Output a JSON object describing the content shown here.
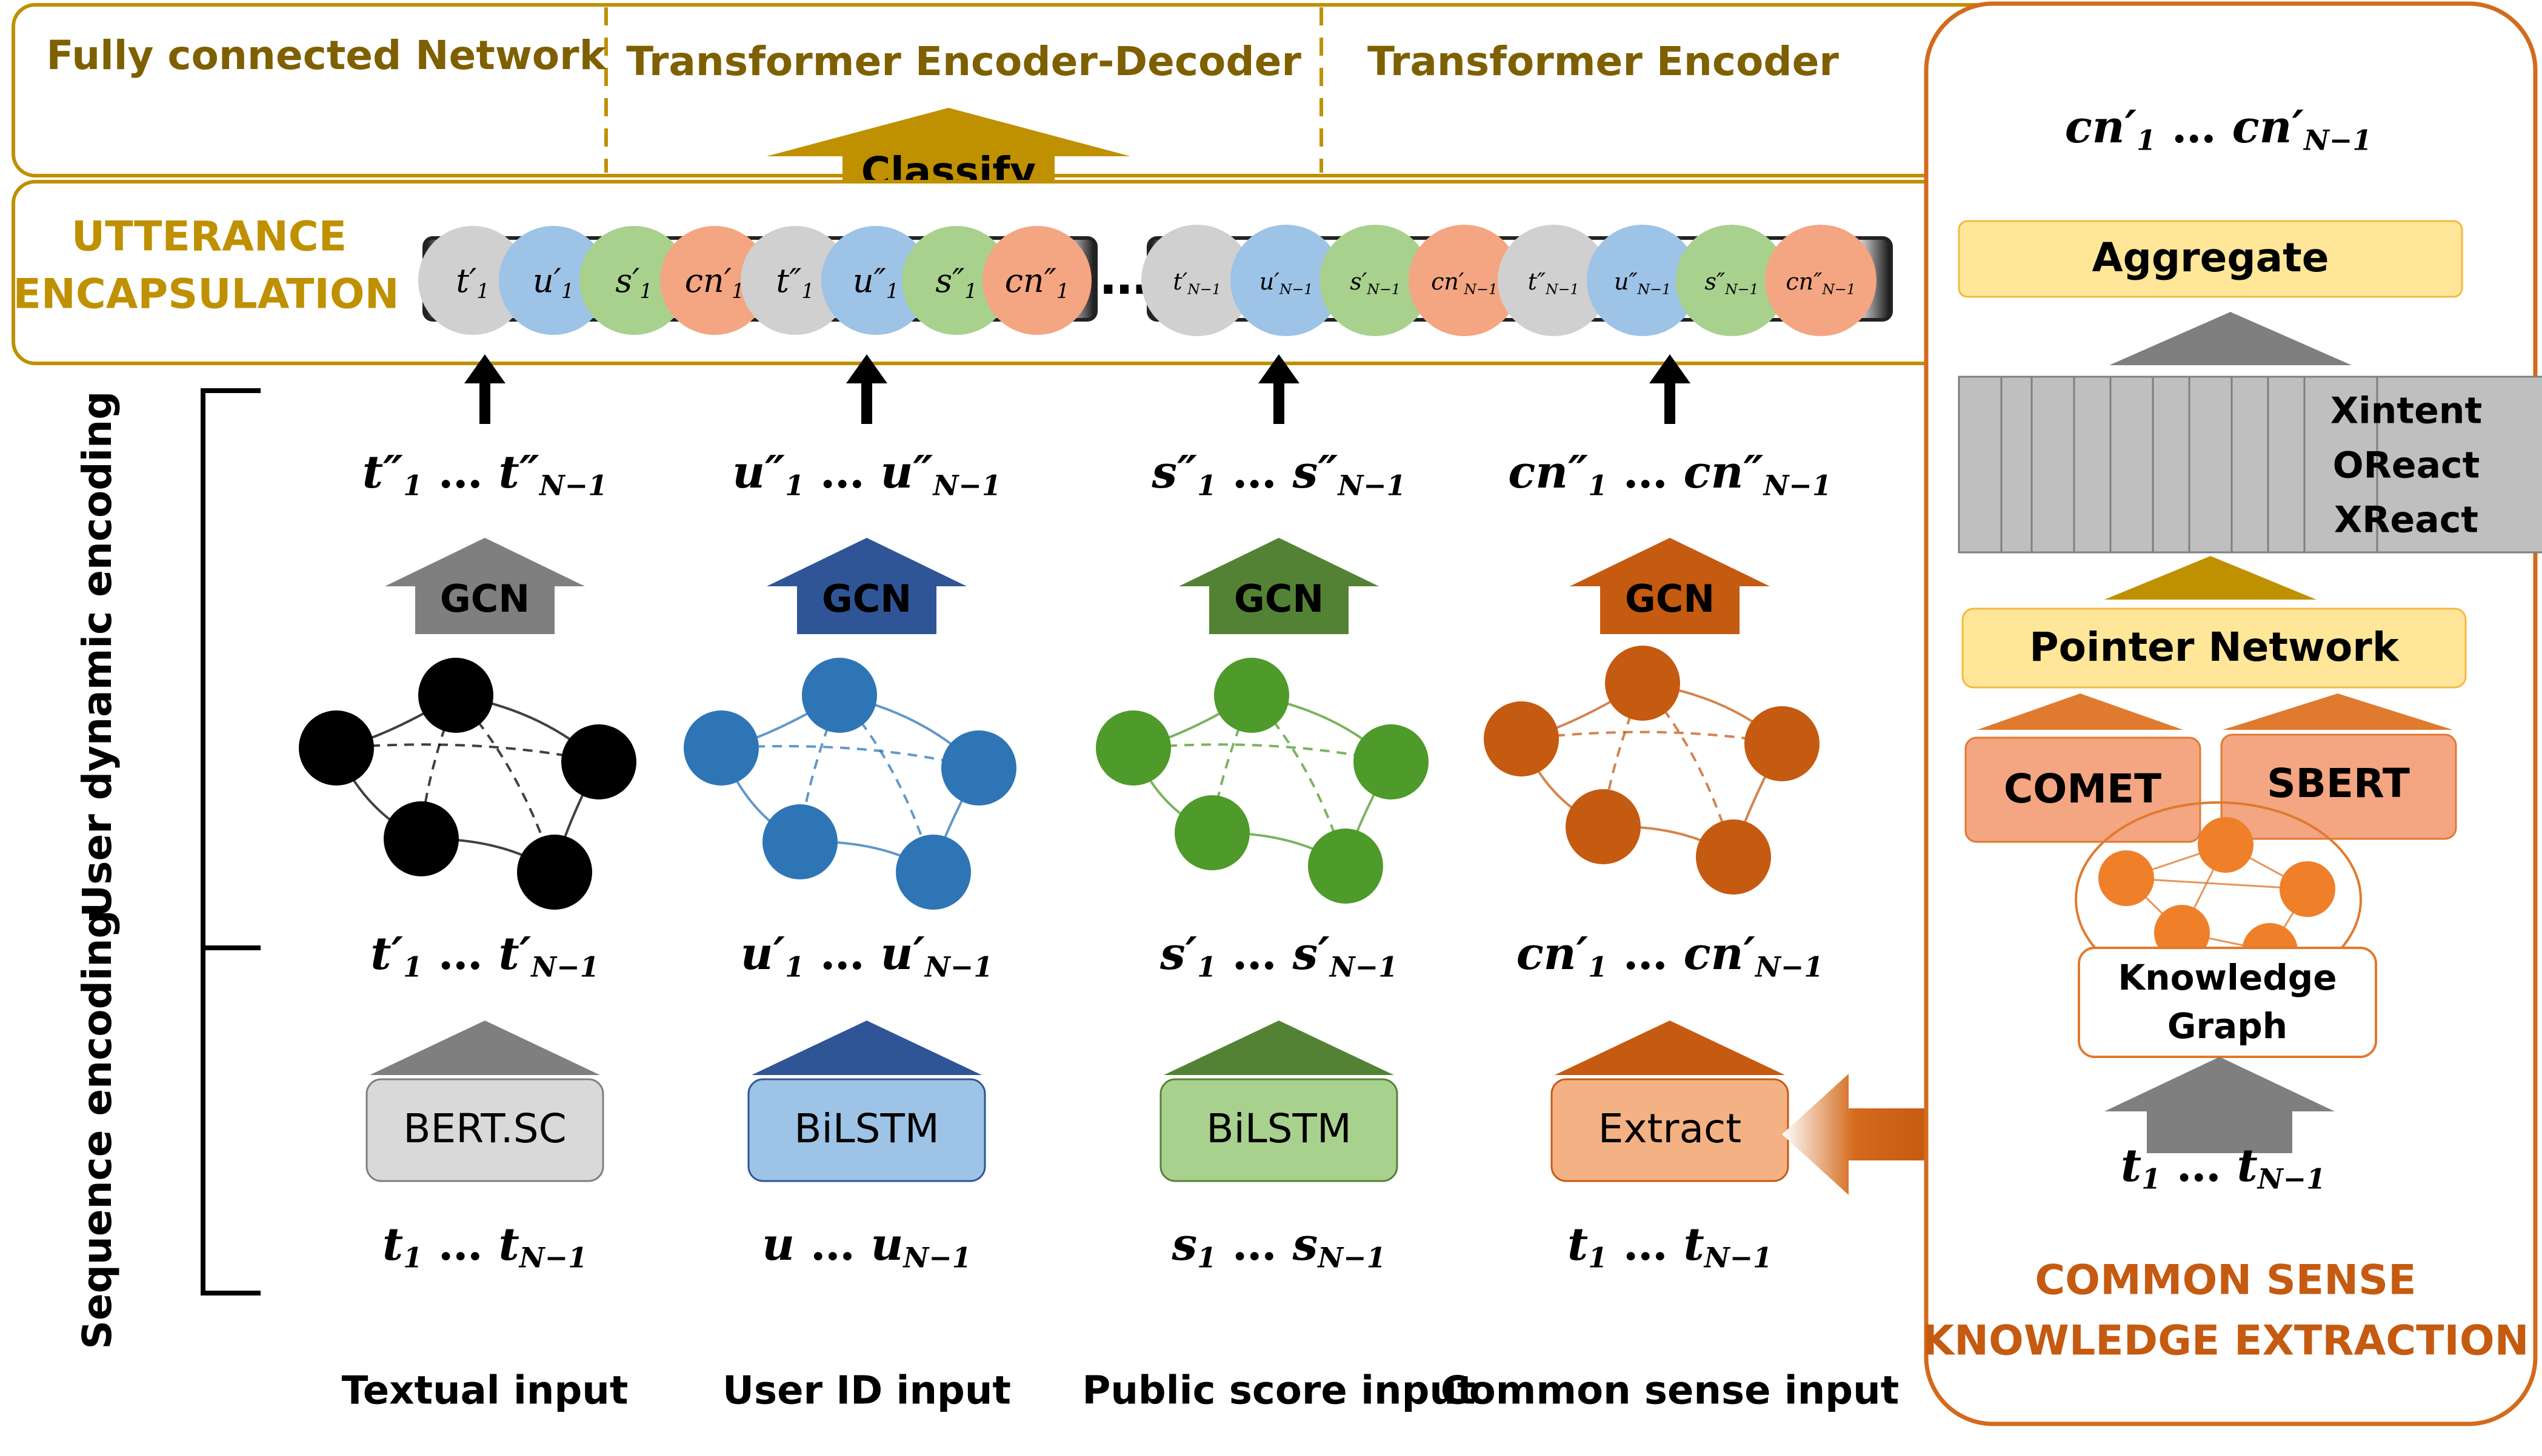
{
  "header": {
    "sections": [
      "Fully connected Network",
      "Transformer Encoder-Decoder",
      "Transformer Encoder"
    ],
    "classify": "Classify"
  },
  "encapsulation": {
    "title_line1": "UTTERANCE",
    "title_line2": "ENCAPSULATION",
    "ellipsis": "…",
    "group1": [
      {
        "sym": "t",
        "sup": "′",
        "sub": "1"
      },
      {
        "sym": "u",
        "sup": "′",
        "sub": "1"
      },
      {
        "sym": "s",
        "sup": "′",
        "sub": "1"
      },
      {
        "sym": "cn",
        "sup": "′",
        "sub": "1"
      },
      {
        "sym": "t",
        "sup": "″",
        "sub": "1"
      },
      {
        "sym": "u",
        "sup": "″",
        "sub": "1"
      },
      {
        "sym": "s",
        "sup": "″",
        "sub": "1"
      },
      {
        "sym": "cn",
        "sup": "″",
        "sub": "1"
      }
    ],
    "group2": [
      {
        "sym": "t",
        "sup": "′",
        "sub": "N−1"
      },
      {
        "sym": "u",
        "sup": "′",
        "sub": "N−1"
      },
      {
        "sym": "s",
        "sup": "′",
        "sub": "N−1"
      },
      {
        "sym": "cn",
        "sup": "′",
        "sub": "N−1"
      },
      {
        "sym": "t",
        "sup": "″",
        "sub": "N−1"
      },
      {
        "sym": "u",
        "sup": "″",
        "sub": "N−1"
      },
      {
        "sym": "s",
        "sup": "″",
        "sub": "N−1"
      },
      {
        "sym": "cn",
        "sup": "″",
        "sub": "N−1"
      }
    ]
  },
  "side_labels": {
    "user_dynamic": "User dynamic encoding",
    "sequence": "Sequence encoding"
  },
  "columns": [
    {
      "id": "text",
      "color": "#7f7f7f",
      "node_color": "#000000",
      "gcn": "GCN",
      "encoder": "BERT.SC",
      "encoder_fill": "#d9d9d9",
      "double_prime": {
        "sym": "t",
        "mark": "″"
      },
      "single_prime": {
        "sym": "t",
        "mark": "′"
      },
      "raw": {
        "sym": "t",
        "mark": "",
        "first_sub": "1"
      },
      "input_label": "Textual input"
    },
    {
      "id": "user",
      "color": "#2f5597",
      "node_color": "#2e75b6",
      "gcn": "GCN",
      "encoder": "BiLSTM",
      "encoder_fill": "#9dc3e6",
      "double_prime": {
        "sym": "u",
        "mark": "″"
      },
      "single_prime": {
        "sym": "u",
        "mark": "′"
      },
      "raw": {
        "sym": "u",
        "mark": "",
        "first_sub": ""
      },
      "input_label": "User ID input"
    },
    {
      "id": "score",
      "color": "#548235",
      "node_color": "#4e9a2a",
      "gcn": "GCN",
      "encoder": "BiLSTM",
      "encoder_fill": "#a9d18e",
      "double_prime": {
        "sym": "s",
        "mark": "″"
      },
      "single_prime": {
        "sym": "s",
        "mark": "′"
      },
      "raw": {
        "sym": "s",
        "mark": "",
        "first_sub": "1"
      },
      "input_label": "Public score input"
    },
    {
      "id": "common",
      "color": "#c55a11",
      "node_color": "#c55a11",
      "gcn": "GCN",
      "encoder": "Extract",
      "encoder_fill": "#f4b183",
      "double_prime": {
        "sym": "cn",
        "mark": "″"
      },
      "single_prime": {
        "sym": "cn",
        "mark": "′"
      },
      "raw": {
        "sym": "t",
        "mark": "",
        "first_sub": "1"
      },
      "input_label": "Common sense input"
    }
  ],
  "knowledge": {
    "output": {
      "sym": "cn",
      "mark": "′"
    },
    "aggregate": "Aggregate",
    "relations": [
      "Xintent",
      "OReact",
      "XReact"
    ],
    "pointer": "Pointer Network",
    "comet": "COMET",
    "sbert": "SBERT",
    "kg_line1": "Knowledge",
    "kg_line2": "Graph",
    "input": {
      "sym": "t",
      "mark": ""
    },
    "title_line1": "COMMON SENSE",
    "title_line2": "KNOWLEDGE EXTRACTION"
  },
  "notation": {
    "first": "1",
    "last": "N−1",
    "dots": "…"
  },
  "colors": {
    "gold": "#bf9000",
    "orange_title": "#c55a11",
    "header_text": "#7f6000",
    "pointer_fill": "#ffe699",
    "token_t": "#d0d0d0",
    "token_u": "#9dc3e6",
    "token_s": "#a9d18e",
    "token_cn": "#f4a582"
  }
}
